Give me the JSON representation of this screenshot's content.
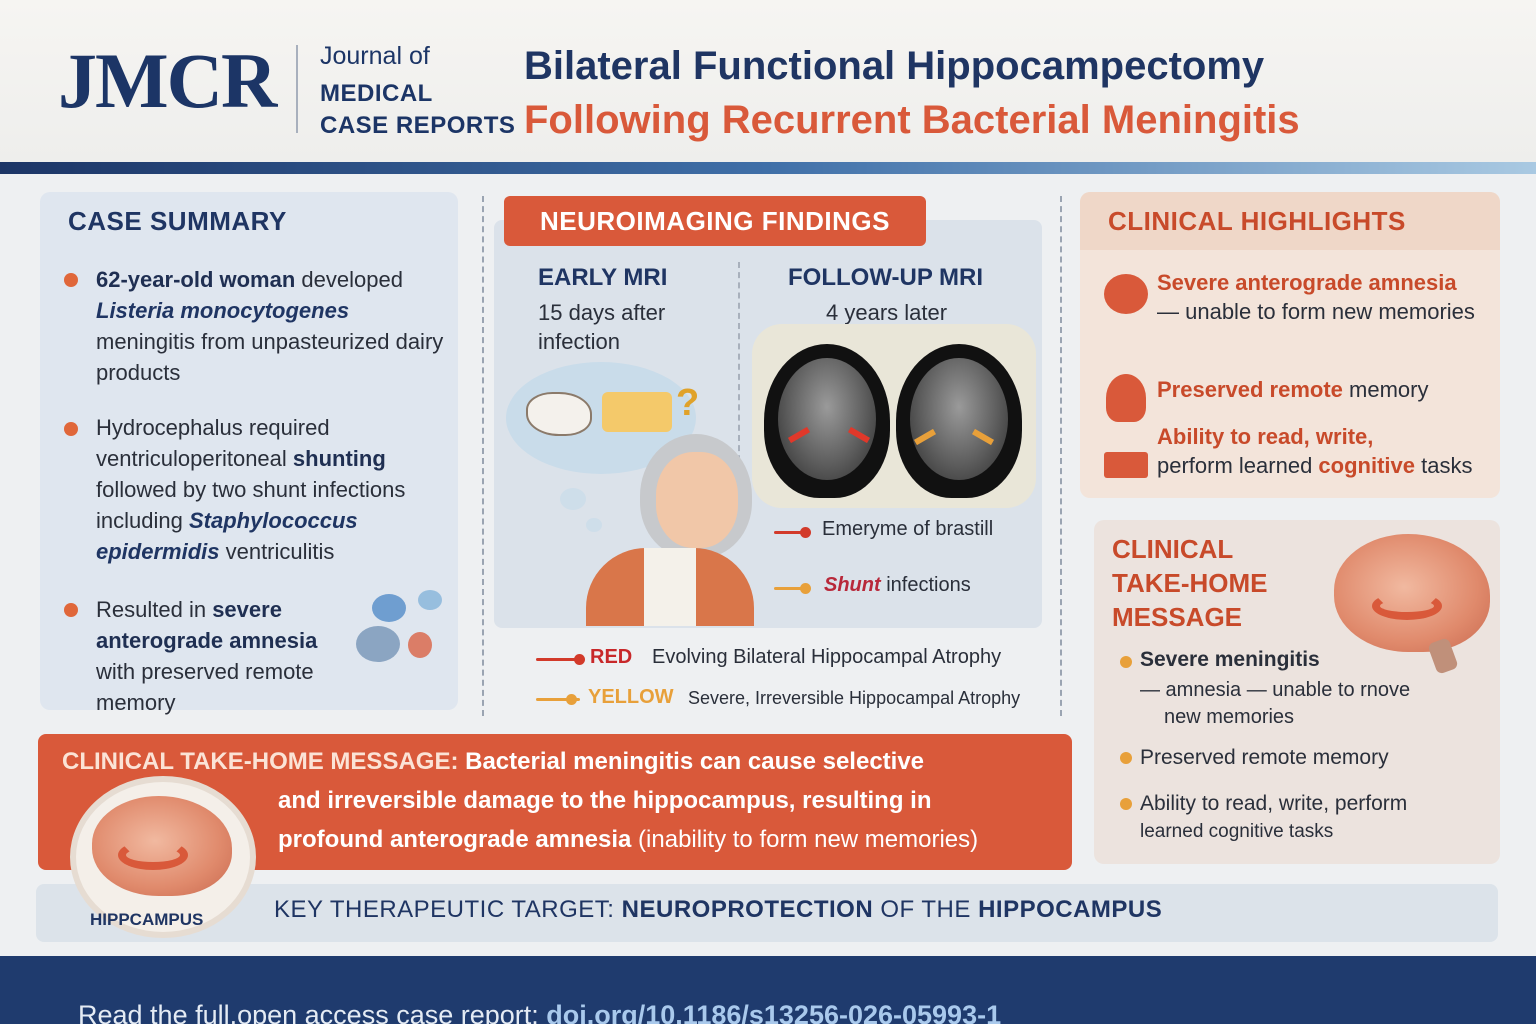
{
  "header": {
    "logo": "JMCR",
    "journal_of": "Journal of",
    "journal_name_1": "MEDICAL",
    "journal_name_2": "CASE REPORTS",
    "title_line1": "Bilateral Functional Hippocampectomy",
    "title_line2": "Following Recurrent Bacterial Meningitis"
  },
  "case_summary": {
    "title": "CASE SUMMARY",
    "b1_bold": "62-year-old woman",
    "b1_a": " developed",
    "b1_italic": "Listeria monocytogenes",
    "b1_b": "meningitis from unpasteurized dairy products",
    "b2_a": "Hydrocephalus required ventriculoperitoneal ",
    "b2_bold": "shunting",
    "b2_b": " followed by two shunt infections including ",
    "b2_italic": "Staphylococcus epidermidis",
    "b2_c": " ventriculitis",
    "b3_a": "Resulted in ",
    "b3_bold": "severe anterograde amnesia",
    "b3_b": " with preserved remote memory"
  },
  "neuro": {
    "title": "NEUROIMAGING FINDINGS",
    "early_label": "EARLY MRI",
    "early_sub": "15 days after infection",
    "followup_label": "FOLLOW-UP MRI",
    "followup_sub": "4 years later",
    "question_mark": "?",
    "legend1": "Emeryme of brastill",
    "legend2_italic": "Shunt",
    "legend2_rest": " infections",
    "key_red_label": "RED",
    "key_red_text": "Evolving Bilateral Hippocampal Atrophy",
    "key_yellow_label": "YELLOW",
    "key_yellow_text": "Severe, Irreversible Hippocampal Atrophy"
  },
  "highlights": {
    "title": "CLINICAL HIGHLIGHTS",
    "h1_bold": "Severe anterograde amnesia",
    "h1_rest": " — unable to form new memories",
    "h2_bold": "Preserved remote",
    "h2_rest": " memory",
    "h3_bold": "Ability to read, write,",
    "h3_a": "perform learned ",
    "h3_bold2": "cognitive",
    "h3_b": " tasks"
  },
  "takehome_right": {
    "title_1": "CLINICAL",
    "title_2": "TAKE-HOME",
    "title_3": "MESSAGE",
    "p1_bold": "Severe meningitis",
    "p1_rest_1": "— amnesia — unable to rnove",
    "p1_rest_2": "new memories",
    "p2": "Preserved remote memory",
    "p3_1": "Ability to read, write, perform",
    "p3_2": "learned cognitive tasks"
  },
  "banner": {
    "label": "CLINICAL TAKE-HOME MESSAGE:",
    "line1": "Bacterial meningitis can cause selective",
    "line2": "and irreversible damage to the hippocampus, resulting in",
    "line3_bold": "profound anterograde amnesia",
    "line3_rest": " (inability to form new memories)"
  },
  "target": {
    "prefix": "KEY THERAPEUTIC TARGET: ",
    "bold1": "NEUROPROTECTION",
    "mid": " OF THE ",
    "bold2": "HIPPOCAMPUS",
    "hippo_label": "HIPPCAMPUS"
  },
  "footer": {
    "prefix": "Read the full.open access case report: ",
    "link": "doi.org/10.1186/s13256-026-05993-1"
  },
  "colors": {
    "navy": "#1f3563",
    "orange": "#d9593a",
    "yellow": "#e8a03a",
    "footer": "#1f3b6e"
  }
}
